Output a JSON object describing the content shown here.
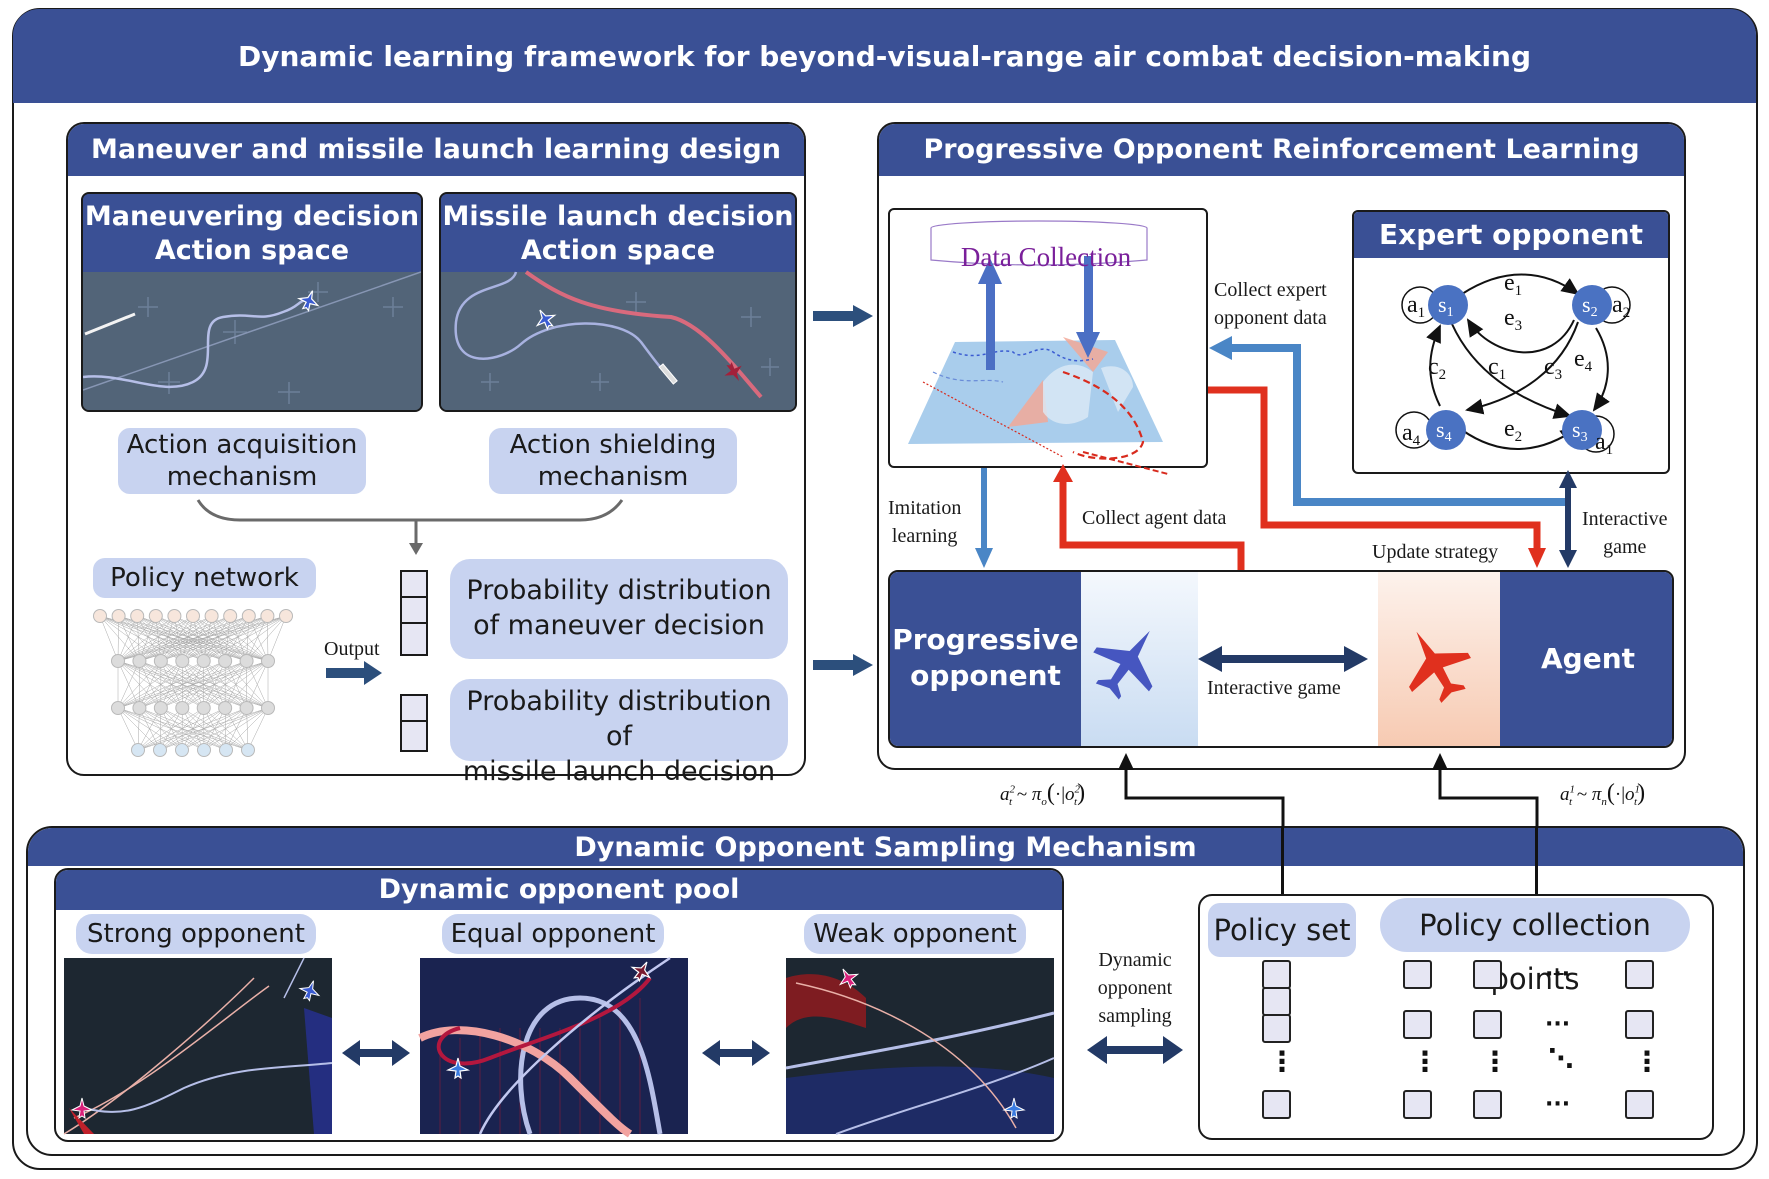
{
  "title": "Dynamic learning framework for beyond-visual-range air combat decision-making",
  "colors": {
    "navy_header": "#3a5095",
    "pill_fill": "#c8d3f0",
    "blue_arrow": "#4a86c6",
    "red_arrow": "#e0301e",
    "dark_arrow": "#233a66",
    "data_collection_text": "#7a1f9a"
  },
  "left_panel": {
    "title": "Maneuver and missile launch learning design",
    "maneuver_box": {
      "line1": "Maneuvering decision",
      "line2": "Action space"
    },
    "missile_box": {
      "line1": "Missile launch decision",
      "line2": "Action space"
    },
    "action_acquisition": {
      "line1": "Action acquisition",
      "line2": "mechanism"
    },
    "action_shielding": {
      "line1": "Action shielding",
      "line2": "mechanism"
    },
    "policy_network_label": "Policy network",
    "output_label": "Output",
    "prob_maneuver": {
      "line1": "Probability distribution",
      "line2": "of maneuver decision"
    },
    "prob_missile": {
      "line1": "Probability distribution of",
      "line2": "missile launch decision"
    }
  },
  "right_panel": {
    "title": "Progressive Opponent Reinforcement Learning",
    "data_collection_label": "Data Collection",
    "expert_opponent": {
      "title": "Expert opponent",
      "states": [
        "s1",
        "s2",
        "s3",
        "s4"
      ],
      "state_labels": {
        "s1": "s",
        "s1_sub": "1",
        "s2": "s",
        "s2_sub": "2",
        "s3": "s",
        "s3_sub": "3",
        "s4": "s",
        "s4_sub": "4"
      },
      "self_loops": [
        {
          "state": "s1",
          "label": "a",
          "sub": "1"
        },
        {
          "state": "s2",
          "label": "a",
          "sub": "2"
        },
        {
          "state": "s3",
          "label": "a",
          "sub": "1"
        },
        {
          "state": "s4",
          "label": "a",
          "sub": "4"
        }
      ],
      "edges": [
        {
          "from": "s1",
          "to": "s2",
          "label": "e",
          "sub": "1"
        },
        {
          "from": "s2",
          "to": "s1",
          "label": "e",
          "sub": "3"
        },
        {
          "from": "s4",
          "to": "s3",
          "label": "e",
          "sub": "2"
        },
        {
          "from": "s2",
          "to": "s3",
          "label": "e",
          "sub": "4"
        },
        {
          "from": "s1",
          "to": "s3",
          "label": "c",
          "sub": "1"
        },
        {
          "from": "s4",
          "to": "s1",
          "label": "c",
          "sub": "2"
        },
        {
          "from": "s2",
          "to": "s4",
          "label": "c",
          "sub": "3"
        }
      ]
    },
    "collect_expert_label": {
      "line1": "Collect expert",
      "line2": "opponent data"
    },
    "imitation_label": {
      "line1": "Imitation",
      "line2": "learning"
    },
    "collect_agent_label": "Collect agent data",
    "update_strategy_label": "Update strategy",
    "interactive_game_right": {
      "line1": "Interactive",
      "line2": "game"
    },
    "progressive_opponent": {
      "line1": "Progressive",
      "line2": "opponent"
    },
    "interactive_game_center": "Interactive game",
    "agent_label": "Agent"
  },
  "formulas": {
    "opponent": {
      "a": "a",
      "sup": "2",
      "sub": "t",
      "pi": "π",
      "pi_sub": "o",
      "o": "o",
      "o_sup": "2",
      "o_sub": "t",
      "tilde": "~",
      "dot": "·"
    },
    "agent": {
      "a": "a",
      "sup": "1",
      "sub": "t",
      "pi": "π",
      "pi_sub": "n",
      "o": "o",
      "o_sup": "1",
      "o_sub": "t",
      "tilde": "~",
      "dot": "·"
    }
  },
  "bottom_panel": {
    "title": "Dynamic Opponent Sampling Mechanism",
    "pool_title": "Dynamic opponent pool",
    "opponents": [
      {
        "label": "Strong opponent"
      },
      {
        "label": "Equal opponent"
      },
      {
        "label": "Weak opponent"
      }
    ],
    "sampling_label": {
      "line1": "Dynamic",
      "line2": "opponent",
      "line3": "sampling"
    },
    "policy_set_label": "Policy set",
    "policy_collection_label": "Policy collection points",
    "ellipsis_h": "···",
    "ellipsis_v": "⋮",
    "ellipsis_d": "⋱"
  }
}
